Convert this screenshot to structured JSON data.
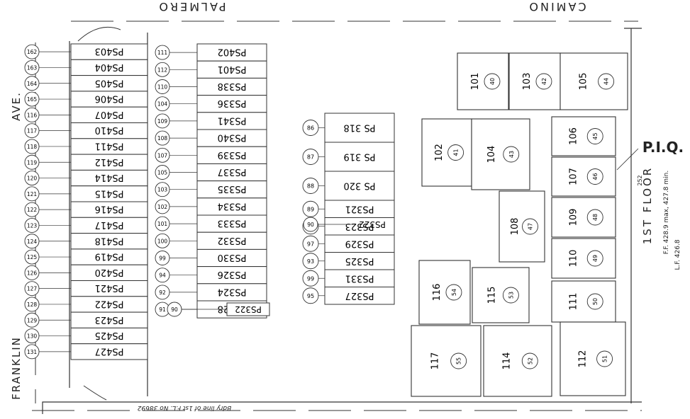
{
  "streets": {
    "top_left": "PALMERO",
    "top_right": "CAMINO",
    "left_upper": "AVE.",
    "left_lower": "FRANKLIN"
  },
  "floor": {
    "label": "1ST FLOOR",
    "notes": [
      "F.F. 428.9 max, 427.8 min.",
      "L.F. 426.8"
    ],
    "stamp": "P.I.Q.",
    "ref_number": "252"
  },
  "boundary_note": "Bdry line of 1st F.L. No 38692",
  "parking_columns": [
    {
      "column": "left",
      "stalls": [
        {
          "label": "PS403",
          "num": "162"
        },
        {
          "label": "PS404",
          "num": "163"
        },
        {
          "label": "PS405",
          "num": "164"
        },
        {
          "label": "PS406",
          "num": "165"
        },
        {
          "label": "PS407",
          "num": "116"
        },
        {
          "label": "PS410",
          "num": "117"
        },
        {
          "label": "PS411",
          "num": "118"
        },
        {
          "label": "PS412",
          "num": "119"
        },
        {
          "label": "PS414",
          "num": "120"
        },
        {
          "label": "PS415",
          "num": "121"
        },
        {
          "label": "PS416",
          "num": "122"
        },
        {
          "label": "PS417",
          "num": "123"
        },
        {
          "label": "PS418",
          "num": "124"
        },
        {
          "label": "PS419",
          "num": "125"
        },
        {
          "label": "PS420",
          "num": "126"
        },
        {
          "label": "PS421",
          "num": "127"
        },
        {
          "label": "PS422",
          "num": "128"
        },
        {
          "label": "PS423",
          "num": "129"
        },
        {
          "label": "PS425",
          "num": "130"
        },
        {
          "label": "PS427",
          "num": "131"
        }
      ]
    },
    {
      "column": "middle",
      "stalls": [
        {
          "label": "PS402",
          "num": "111"
        },
        {
          "label": "PS401",
          "num": "112"
        },
        {
          "label": "PS338",
          "num": "110"
        },
        {
          "label": "PS336",
          "num": "104"
        },
        {
          "label": "PS341",
          "num": "109"
        },
        {
          "label": "PS340",
          "num": "108"
        },
        {
          "label": "PS339",
          "num": "107"
        },
        {
          "label": "PS337",
          "num": "105"
        },
        {
          "label": "PS335",
          "num": "103"
        },
        {
          "label": "PS334",
          "num": "102"
        },
        {
          "label": "PS333",
          "num": "101"
        },
        {
          "label": "PS332",
          "num": "100"
        },
        {
          "label": "PS330",
          "num": "99"
        },
        {
          "label": "PS326",
          "num": "94"
        },
        {
          "label": "PS324",
          "num": "92"
        },
        {
          "label": "PS328",
          "num": "91"
        }
      ],
      "extra": {
        "label": "PS322",
        "num": "90"
      }
    },
    {
      "column": "right",
      "stalls": [
        {
          "label": "PS 318",
          "num": "86"
        },
        {
          "label": "PS 319",
          "num": "87"
        },
        {
          "label": "PS 320",
          "num": "88"
        },
        {
          "label": "PS321",
          "num": "89"
        },
        {
          "label": "PS323",
          "num": "91"
        },
        {
          "label": "PS329",
          "num": "97"
        },
        {
          "label": "PS325",
          "num": "93"
        },
        {
          "label": "PS331",
          "num": "99"
        },
        {
          "label": "PS327",
          "num": "95"
        }
      ],
      "extra": {
        "label": "PS322",
        "num": "90"
      }
    }
  ],
  "units": [
    {
      "unit": "101",
      "num": "40"
    },
    {
      "unit": "103",
      "num": "42"
    },
    {
      "unit": "105",
      "num": "44"
    },
    {
      "unit": "102",
      "num": "41"
    },
    {
      "unit": "104",
      "num": "43"
    },
    {
      "unit": "106",
      "num": "45"
    },
    {
      "unit": "107",
      "num": "46"
    },
    {
      "unit": "108",
      "num": "47"
    },
    {
      "unit": "109",
      "num": "48"
    },
    {
      "unit": "110",
      "num": "49"
    },
    {
      "unit": "111",
      "num": "50"
    },
    {
      "unit": "116",
      "num": "54"
    },
    {
      "unit": "115",
      "num": "53"
    },
    {
      "unit": "117",
      "num": "55"
    },
    {
      "unit": "114",
      "num": "52"
    },
    {
      "unit": "112",
      "num": "51"
    }
  ]
}
